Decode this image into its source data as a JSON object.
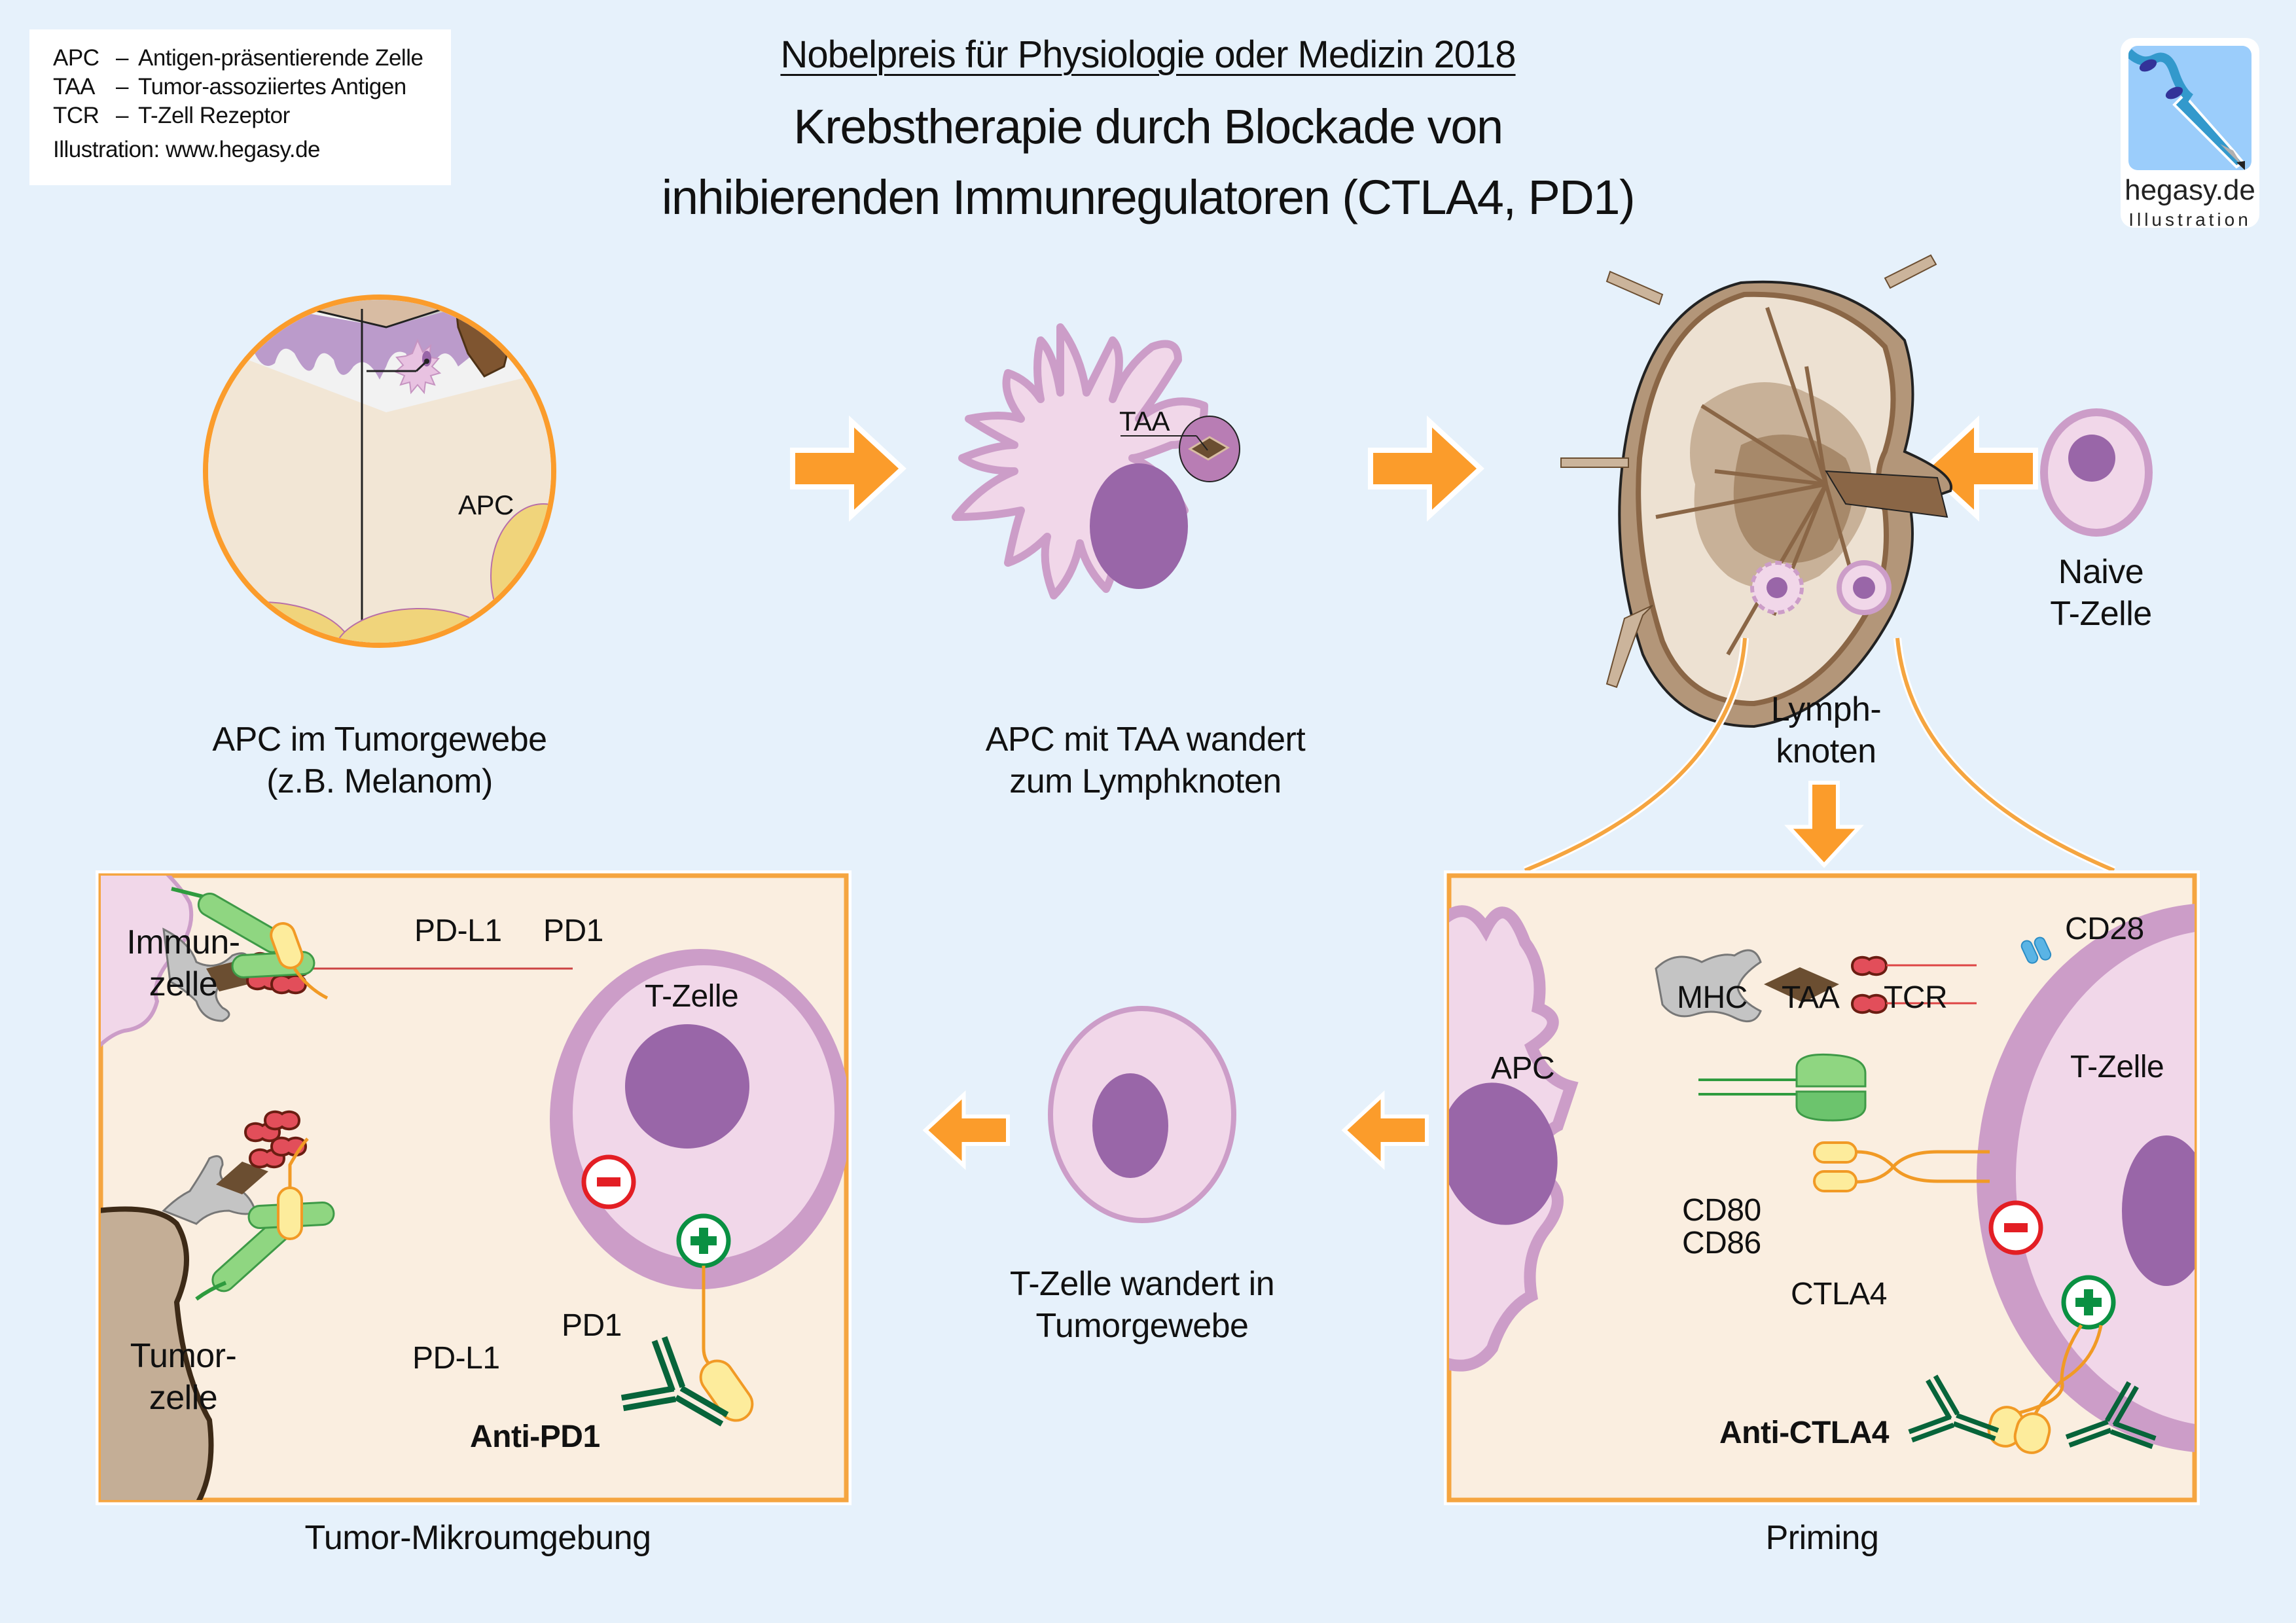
{
  "legend": {
    "items": [
      {
        "abbr": "APC",
        "dash": "–",
        "text": "Antigen-präsentierende Zelle"
      },
      {
        "abbr": "TAA",
        "dash": "–",
        "text": "Tumor-assoziiertes Antigen"
      },
      {
        "abbr": "TCR",
        "dash": "–",
        "text": "T-Zell Rezeptor"
      }
    ],
    "credit": "Illustration: www.hegasy.de"
  },
  "header": {
    "supertitle": "Nobelpreis für Physiologie oder Medizin 2018",
    "title_line1": "Krebstherapie durch Blockade von",
    "title_line2": "inhibierenden Immunregulatoren (CTLA4, PD1)"
  },
  "logo": {
    "name": "hegasy.de",
    "sub": "Illustration"
  },
  "colors": {
    "background": "#e6f1fb",
    "arrow": "#fb9c2b",
    "box_fill": "#faeee0",
    "box_border": "#f5a540",
    "cell_membrane": "#cc9dc8",
    "cell_cytoplasm": "#f1d7e9",
    "nucleus": "#9966a8",
    "tcr": "#e24e5a",
    "mhc": "#c4c4c4",
    "antigen": "#6b4e31",
    "pdl1": "#8fd681",
    "pd1_ctla4": "#fdec9c",
    "antibody": "#07643a",
    "inhibit": "#e31e24",
    "activate": "#0a9042",
    "cd28": "#5ab4e5"
  },
  "panels": {
    "tissue": {
      "apc_label": "APC",
      "caption_line1": "APC im Tumorgewebe",
      "caption_line2": "(z.B. Melanom)"
    },
    "apc_migration": {
      "taa_label": "TAA",
      "caption_line1": "APC mit TAA wandert",
      "caption_line2": "zum Lymphknoten"
    },
    "lymph_node": {
      "caption_line1": "Lymph-",
      "caption_line2": "knoten"
    },
    "naive_t_cell": {
      "caption_line1": "Naive",
      "caption_line2": "T-Zelle"
    },
    "priming": {
      "caption": "Priming",
      "apc_label": "APC",
      "t_cell_label": "T-Zelle",
      "mhc_label": "MHC",
      "taa_label": "TAA",
      "tcr_label": "TCR",
      "cd28_label": "CD28",
      "cd80_label": "CD80",
      "cd86_label": "CD86",
      "ctla4_label": "CTLA4",
      "antibody_label": "Anti-CTLA4"
    },
    "t_cell_migration": {
      "caption_line1": "T-Zelle wandert in",
      "caption_line2": "Tumorgewebe"
    },
    "tumor_microenvironment": {
      "caption": "Tumor-Mikroumgebung",
      "immune_cell_line1": "Immun-",
      "immune_cell_line2": "zelle",
      "tumor_cell_line1": "Tumor-",
      "tumor_cell_line2": "zelle",
      "t_cell_label": "T-Zelle",
      "pdl1_top_label": "PD-L1",
      "pd1_top_label": "PD1",
      "pdl1_bottom_label": "PD-L1",
      "pd1_bottom_label": "PD1",
      "antibody_label": "Anti-PD1"
    }
  }
}
